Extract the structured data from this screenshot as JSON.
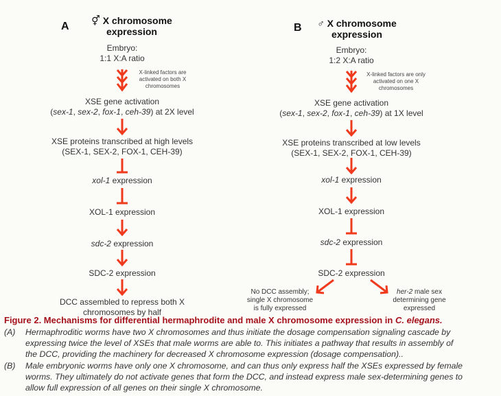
{
  "panel_a": {
    "letter": "A",
    "symbol": "⚥",
    "title_line1": "X chromosome",
    "title_line2": "expression",
    "embryo": "Embryo:",
    "ratio": "1:1 X:A ratio",
    "note": [
      "X-linked factors are",
      "activated on both X",
      "chromosomes"
    ],
    "xse_activation": "XSE gene activation",
    "xse_genes": [
      "sex-1",
      "sex-2",
      "fox-1",
      "ceh-39"
    ],
    "xse_level": ") at 2X level",
    "proteins": "XSE proteins transcribed at high levels",
    "proteins_list": "(SEX-1, SEX-2, FOX-1, CEH-39)",
    "xol1_gene": "xol-1",
    "xol1_expr": " expression",
    "xol1_protein": "XOL-1 expression",
    "sdc2_gene": "sdc-2",
    "sdc2_expr": " expression",
    "sdc2_protein": "SDC-2 expression",
    "dcc_line1": "DCC assembled to repress both X",
    "dcc_line2": "chromosomes by half"
  },
  "panel_b": {
    "letter": "B",
    "symbol": "♂",
    "title_line1": "X chromosome",
    "title_line2": "expression",
    "embryo": "Embryo:",
    "ratio": "1:2 X:A ratio",
    "note": [
      "X-linked factors are only",
      "activated on one X",
      "chromosomes"
    ],
    "xse_activation": "XSE gene activation",
    "xse_genes": [
      "sex-1",
      "sex-2",
      "fox-1",
      "ceh-39"
    ],
    "xse_level": ") at 1X level",
    "proteins": "XSE proteins transcribed at low levels",
    "proteins_list": "(SEX-1, SEX-2, FOX-1, CEH-39)",
    "xol1_gene": "xol-1",
    "xol1_expr": " expression",
    "xol1_protein": "XOL-1 expression",
    "sdc2_gene": "sdc-2",
    "sdc2_expr": " expression",
    "sdc2_protein": "SDC-2 expression",
    "left_outcome": [
      "No DCC assembly;",
      "single X chromosome",
      "is fully expressed"
    ],
    "right_gene": "her-2",
    "right_outcome": [
      " male sex",
      "determining gene",
      "expressed"
    ]
  },
  "caption": {
    "title": "Figure 2. Mechanisms for differential hermaphrodite and male X chromosome expression in ",
    "title_species": "C. elegans.",
    "a_label": "(A)",
    "a_lines": [
      "Hermaphroditic worms have two X chromosomes and thus initiate the dosage compensation signaling cascade by",
      "expressing twice the level of XSEs that male worms are able to. This initiates a pathway that results in assembly of",
      "the DCC, providing the machinery for decreased X chromosome expression (dosage compensation).."
    ],
    "b_label": "(B)",
    "b_lines": [
      "Male embryonic worms have only one X chromosome, and can thus only express half the XSEs expressed by female",
      "worms. They ultimately do not activate genes that form the DCC, and instead express male sex-determining genes to",
      "allow full expression of all genes on their single X chromosome."
    ]
  },
  "colors": {
    "arrow": "#f03a1e",
    "caption_title": "#a5121c",
    "background": "#fbfbf7"
  }
}
